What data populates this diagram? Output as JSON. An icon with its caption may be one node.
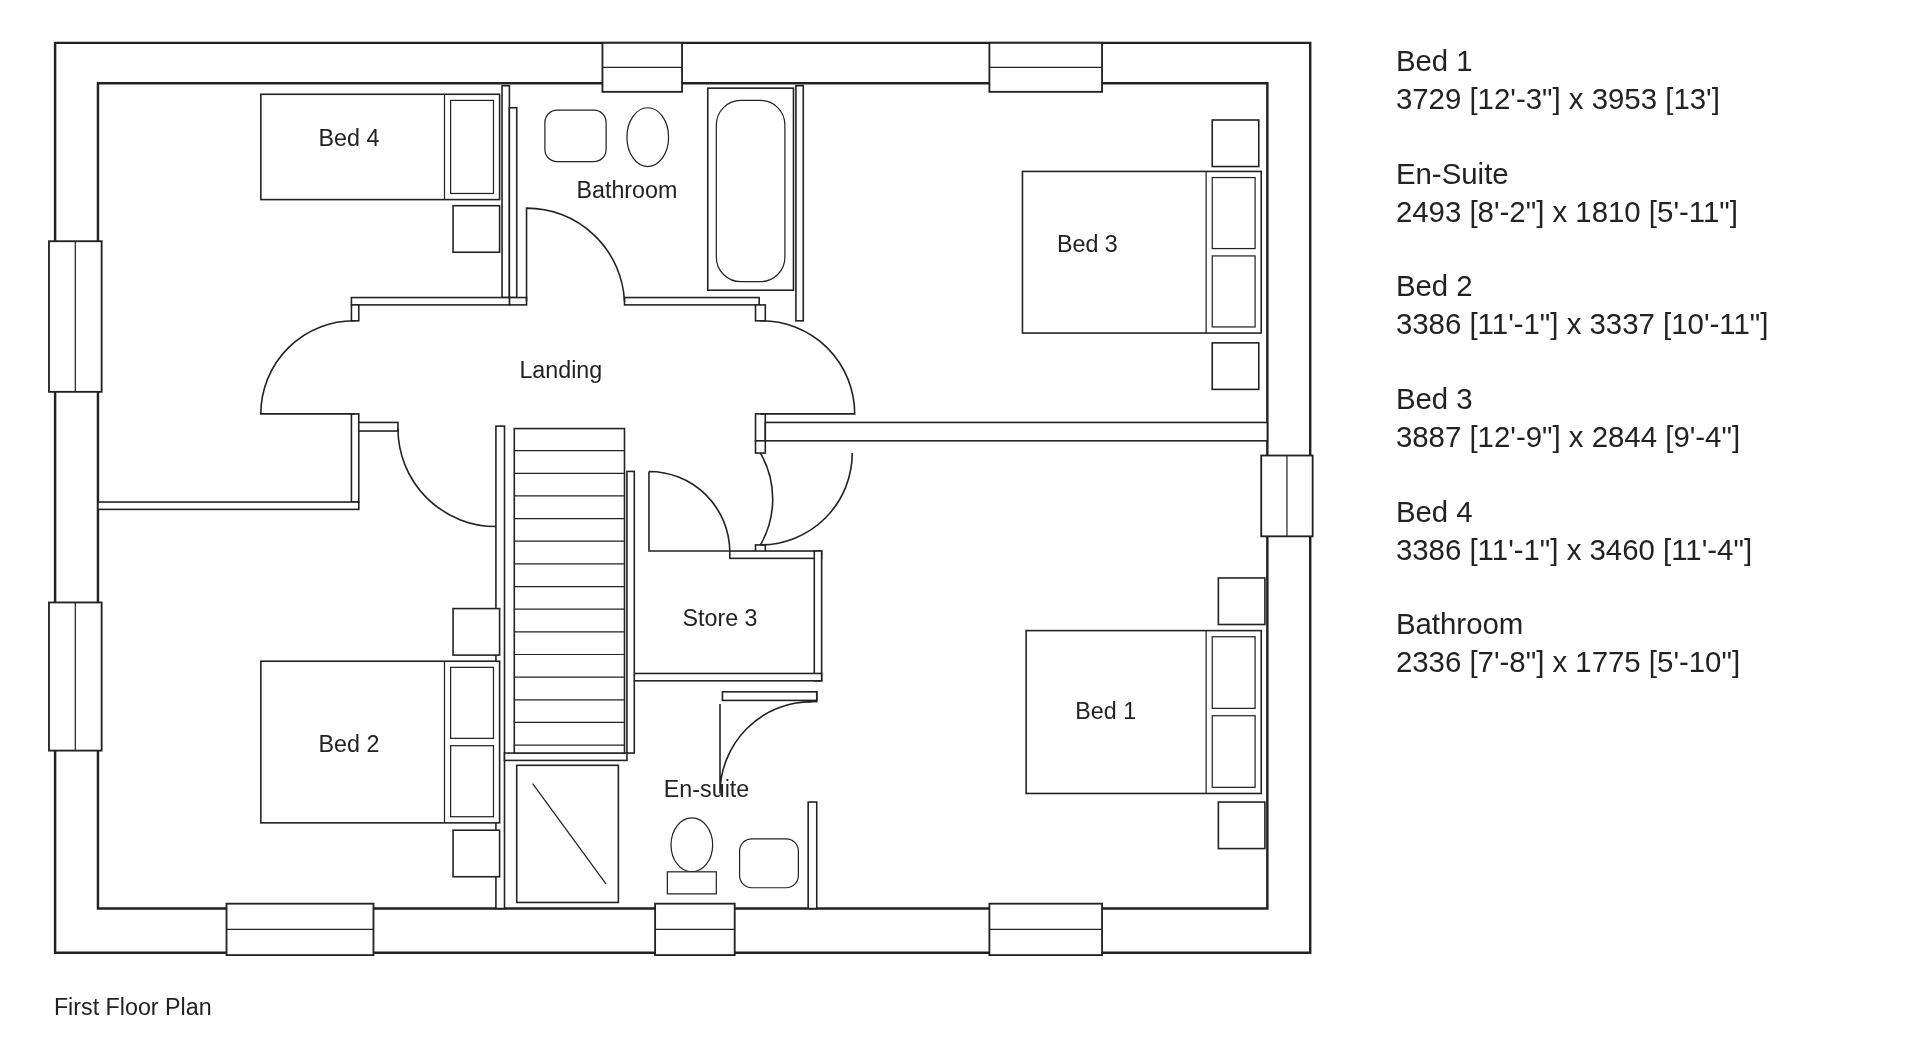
{
  "diagram": {
    "caption": "First Floor Plan",
    "labels": [
      "Bed 4",
      "Bathroom",
      "Bed 3",
      "Landing",
      "Store 3",
      "Bed 1",
      "Bed 2",
      "En-suite",
      "Bed 1",
      "3729 [12'-3\"] x 3953 [13']",
      "En-Suite",
      "2493 [8'-2\"] x 1810 [5'-11\"]",
      "Bed 2",
      "3386 [11'-1\"] x 3337 [10'-11\"]",
      "Bed 3",
      "3887 [12'-9\"] x 2844 [9'-4\"]",
      "Bed 4",
      "3386 [11'-1\"] x 3460 [11'-4\"]",
      "Bathroom",
      "2336 [7'-8\"] x 1775 [5'-10\"]"
    ]
  }
}
